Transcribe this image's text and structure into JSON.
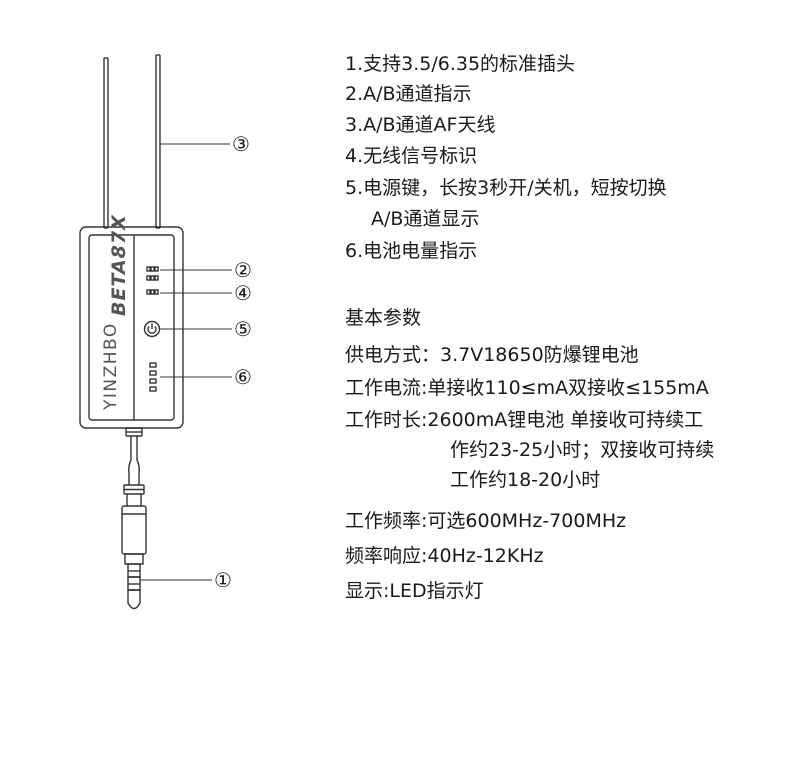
{
  "device": {
    "brand_text": "YINZHBO",
    "model_text": "BETA87X"
  },
  "callouts": [
    {
      "number": "①"
    },
    {
      "number": "②"
    },
    {
      "number": "③"
    },
    {
      "number": "④"
    },
    {
      "number": "⑤"
    },
    {
      "number": "⑥"
    }
  ],
  "features": [
    "1.支持3.5/6.35的标准插头",
    "2.A/B通道指示",
    "3.A/B通道AF天线",
    "4.无线信号标识",
    "5.电源键，长按3秒开/关机，短按切换",
    "A/B通道显示",
    "6.电池电量指示"
  ],
  "specs_heading": "基本参数",
  "specs": [
    "供电方式：3.7V18650防爆锂电池",
    "工作电流:单接收110≤mA双接收≤155mA",
    "工作时长:2600mA锂电池 单接收可持续工",
    "作约23-25小时；双接收可持续",
    "工作约18-20小时",
    "工作频率:可选600MHz-700MHz",
    "频率响应:40Hz-12KHz",
    "显示:LED指示灯"
  ]
}
